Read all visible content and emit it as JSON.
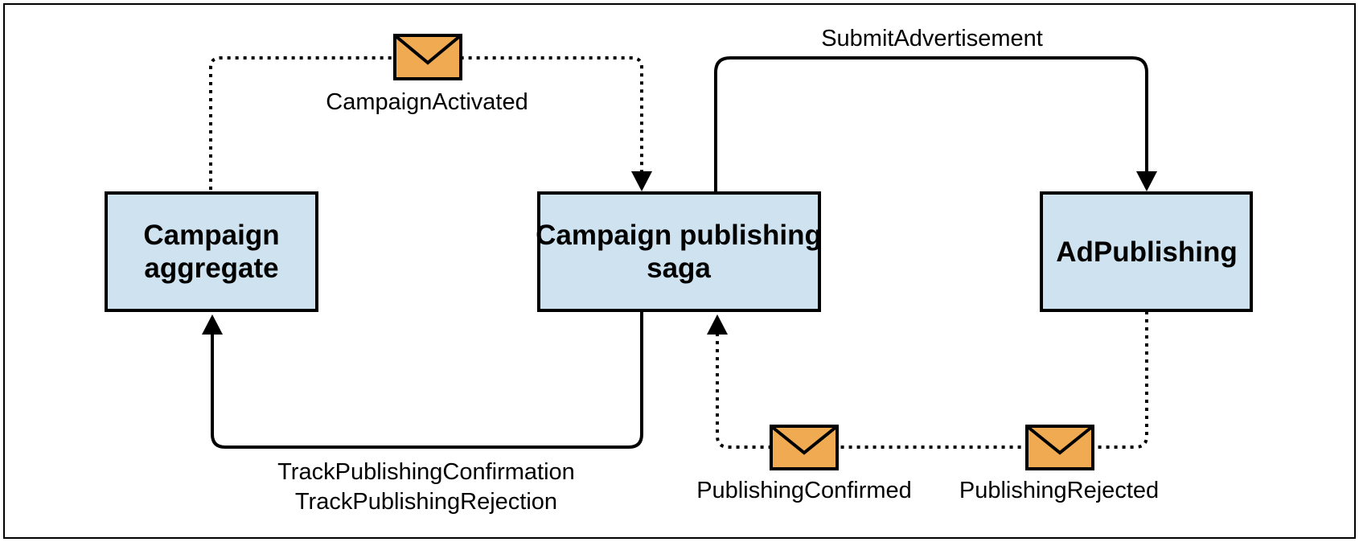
{
  "colors": {
    "box_fill": "#cfe2f0",
    "box_stroke": "#000000",
    "envelope_fill": "#f0ab52",
    "line": "#000000",
    "background": "#ffffff"
  },
  "nodes": {
    "campaign_aggregate": {
      "line1": "Campaign",
      "line2": "aggregate"
    },
    "campaign_publishing_saga": {
      "line1": "Campaign publishing",
      "line2": "saga"
    },
    "ad_publishing": {
      "label": "AdPublishing"
    }
  },
  "edges": {
    "campaign_activated": {
      "label": "CampaignActivated",
      "style": "dotted",
      "icon": "envelope-icon"
    },
    "submit_advertisement": {
      "label": "SubmitAdvertisement",
      "style": "solid"
    },
    "track_commands": {
      "line1": "TrackPublishingConfirmation",
      "line2": "TrackPublishingRejection",
      "style": "solid"
    },
    "publishing_confirmed": {
      "label": "PublishingConfirmed",
      "style": "dotted",
      "icon": "envelope-icon"
    },
    "publishing_rejected": {
      "label": "PublishingRejected",
      "style": "dotted",
      "icon": "envelope-icon"
    }
  }
}
